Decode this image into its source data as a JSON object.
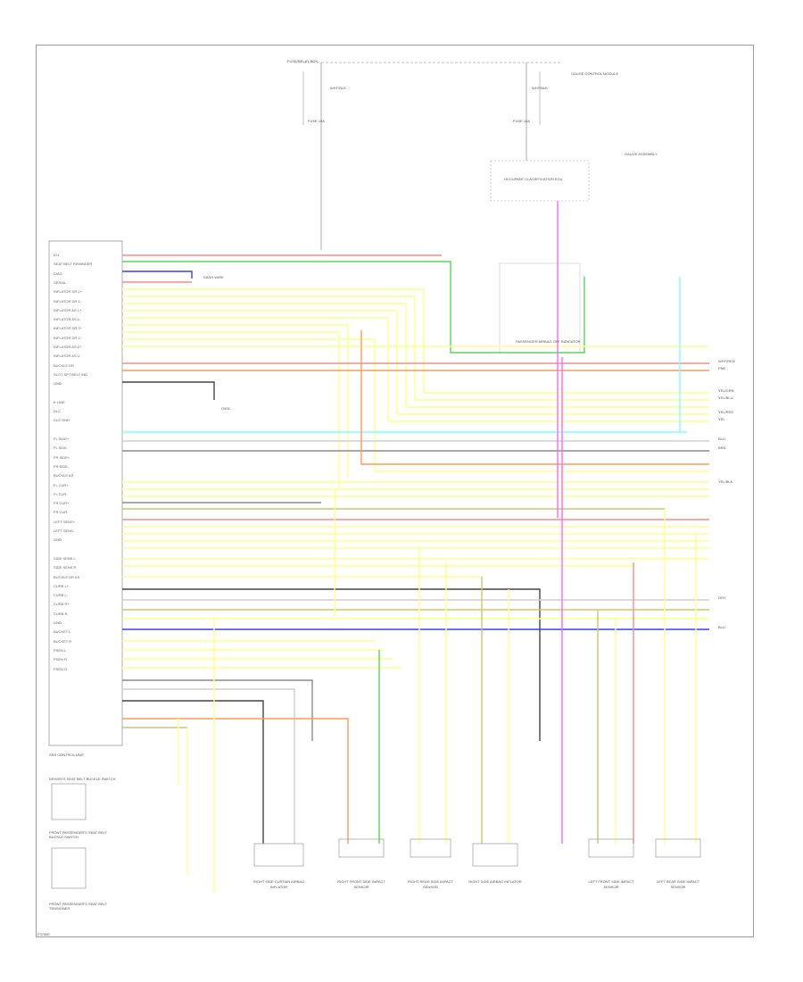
{
  "diagram_code": "F37560",
  "fuse_box_label": "FUSE/RELAY BOX",
  "fuse_left": {
    "label": "FUSE 10A",
    "wire": "WHT/BLK"
  },
  "fuse_right": {
    "label": "FUSE 10A",
    "wire": "WHT/BLK"
  },
  "occupant_sensor_note": "OCCUPANT CLASSIFICATION ECU",
  "passenger_airbag_note": "PASSENGER AIRBAG OFF INDICATOR",
  "dash_label": "DASH WIRE",
  "srs_unit_label": "SRS CONTROL UNIT",
  "ground_label": "G401",
  "left_pins": [
    "IG1",
    "SEAT BELT REMINDER",
    "DIAG",
    "SERIAL",
    "INFLATOR DR 1+",
    "INFLATOR DR 1-",
    "INFLATOR AS 1+",
    "INFLATOR AS 1-",
    "INFLATOR DR 2+",
    "INFLATOR DR 2-",
    "INFLATOR AS 2+",
    "INFLATOR AS 2-",
    "BUCKLE DR",
    "SLOT SPT BELT IND",
    "GND",
    "",
    "K LINE",
    "DLC",
    "DLC GND",
    "",
    "FL SIDE+",
    "FL SIDE-",
    "FR SIDE+",
    "FR SIDE-",
    "BUCKLE AS",
    "FL CUR+",
    "FL CUR-",
    "FR CUR+",
    "FR CUR-",
    "LEFT SENS+",
    "LEFT SENS-",
    "GND",
    "",
    "SIDE SENS L",
    "SIDE SENS R",
    "BUCKLE DR AS",
    "CURB L+",
    "CURB L-",
    "CURB R+",
    "CURB R-",
    "GND",
    "BUCKET L",
    "BUCKET R",
    "PSEN L",
    "PSEN R",
    "PSEN G"
  ],
  "bottom_left_box_1": "DRIVER'S SEAT BELT BUCKLE SWITCH",
  "bottom_left_box_2": "FRONT PASSENGER'S SEAT BELT BUCKLE SWITCH",
  "bottom_left_note": "FRONT PASSENGER'S SEAT BELT TENSIONER",
  "bottom_components": [
    "RIGHT SIDE CURTAIN AIRBAG INFLATOR",
    "RIGHT FRONT SIDE IMPACT SENSOR",
    "RIGHT REAR SIDE IMPACT SENSOR",
    "RIGHT SIDE AIRBAG INFLATOR",
    "LEFT FRONT SIDE IMPACT SENSOR",
    "LEFT REAR SIDE IMPACT SENSOR"
  ],
  "top_right_labels": [
    "GAUGE CONTROL MODULE",
    "GAUGE ASSEMBLY"
  ],
  "right_edge_wire_labels": [
    "WHT/RED",
    "PNK",
    "YEL/GRN",
    "YEL/BLU",
    "YEL/RED",
    "YEL",
    "BLU",
    "BRN",
    "YEL/BLK",
    "BLU",
    "GRY"
  ],
  "colors": {
    "red": "#ff8a8a",
    "green": "#57d957",
    "blue": "#3b3bff",
    "yellow": "#ffff88",
    "orange": "#ff9a55",
    "cyan": "#7fffff",
    "gray": "#8c8c8c",
    "darkgray": "#444444",
    "pink": "#ff66ff",
    "olive": "#c8c86e",
    "lightgray": "#cfcfcf"
  }
}
